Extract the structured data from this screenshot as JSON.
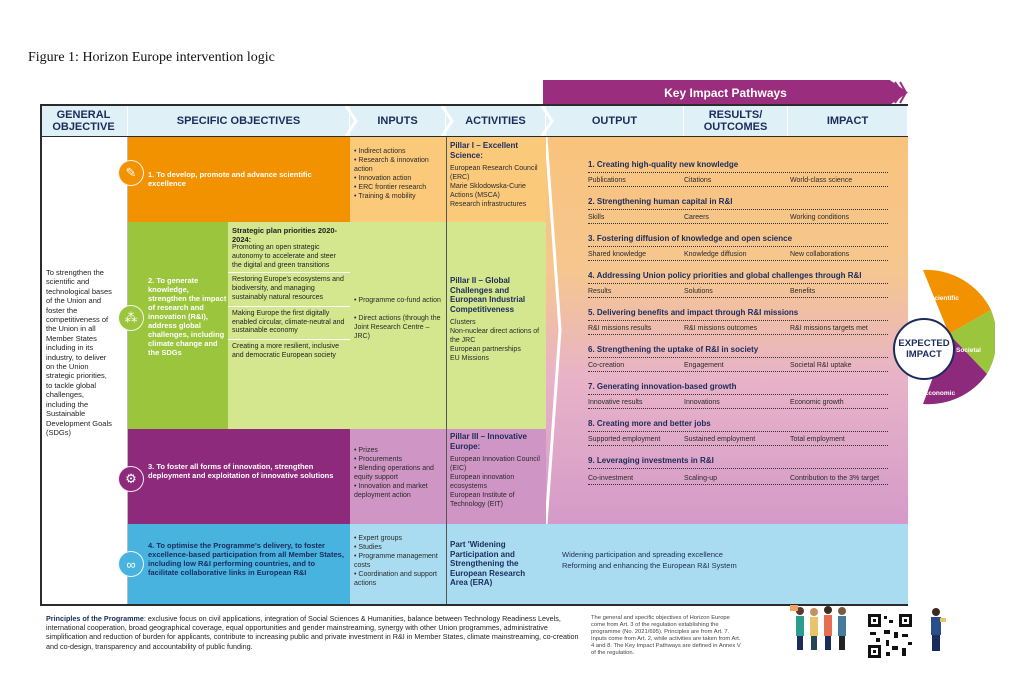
{
  "caption": "Figure 1: Horizon Europe intervention logic",
  "key_impact_pathways_label": "Key Impact Pathways",
  "headers": {
    "general_objective": "GENERAL OBJECTIVE",
    "specific_objectives": "SPECIFIC OBJECTIVES",
    "inputs": "INPUTS",
    "activities": "ACTIVITIES",
    "output": "OUTPUT",
    "results_outcomes": "RESULTS/ OUTCOMES",
    "impact": "IMPACT"
  },
  "general_objective_text": "To strengthen the scientific and technological bases of the Union and foster the competitiveness of the Union in all Member States including in its industry, to deliver on the Union strategic priorities, to tackle global challenges, including the Sustainable Development Goals (SDGs)",
  "specific_objectives": [
    {
      "text": "1. To develop, promote and advance scientific excellence",
      "color": "#f29200"
    },
    {
      "text": "2. To generate knowledge, strengthen the impact of research and innovation (R&I), address global challenges, including climate change and the SDGs",
      "color": "#9bc53d"
    },
    {
      "text": "3. To foster all forms of innovation, strengthen deployment and exploitation of innovative solutions",
      "color": "#8e2a7b"
    },
    {
      "text": "4. To optimise the Programme's delivery, to foster excellence-based participation from all Member States, including low R&I performing countries, and to facilitate collaborative links in European R&I",
      "color": "#49b3e0"
    }
  ],
  "strategic_plan": {
    "title": "Strategic plan priorities 2020-2024:",
    "first": "Promoting an open strategic autonomy to accelerate and steer the digital and green transitions",
    "items": [
      "Restoring Europe's ecosystems and biodiversity, and managing sustainably natural resources",
      "Making Europe the first digitally enabled circular, climate-neutral and sustainable economy",
      "Creating a more resilient, inclusive and democratic European society"
    ]
  },
  "inputs": [
    [
      "• Indirect actions",
      "• Research & innovation action",
      "• Innovation action",
      "• ERC frontier research",
      "• Training & mobility"
    ],
    [
      "• Programme co-fund action",
      "",
      "• Direct actions (through the Joint Research Centre – JRC)"
    ],
    [
      "• Prizes",
      "• Procurements",
      "• Blending operations and equity support",
      "• Innovation and market deployment action"
    ],
    [
      "• Expert groups",
      "• Studies",
      "• Programme management costs",
      "• Coordination and support actions"
    ]
  ],
  "activities": [
    {
      "title": "Pillar I – Excellent Science:",
      "items": [
        "European Research Council (ERC)",
        "Marie Sklodowska-Curie Actions (MSCA)",
        "Research infrastructures"
      ]
    },
    {
      "title": "Pillar II – Global Challenges and European Industrial Competitiveness",
      "items": [
        "Clusters",
        "Non-nuclear direct actions of the JRC",
        "European partnerships",
        "EU Missions"
      ]
    },
    {
      "title": "Pillar III – Innovative Europe:",
      "items": [
        "European Innovation Council (EIC)",
        "European innovation ecosystems",
        "European Institute of Technology (EIT)"
      ]
    },
    {
      "title": "Part 'Widening Participation and Strengthening the European Research Area (ERA)",
      "items": []
    }
  ],
  "pathways": [
    {
      "title": "1. Creating high-quality new knowledge",
      "cells": [
        "Publications",
        "Citations",
        "World-class science"
      ]
    },
    {
      "title": "2. Strengthening human capital in R&I",
      "cells": [
        "Skills",
        "Careers",
        "Working conditions"
      ]
    },
    {
      "title": "3. Fostering diffusion of knowledge and open science",
      "cells": [
        "Shared knowledge",
        "Knowledge diffusion",
        "New collaborations"
      ]
    },
    {
      "title": "4. Addressing Union policy priorities and global challenges through R&I",
      "cells": [
        "Results",
        "Solutions",
        "Benefits"
      ]
    },
    {
      "title": "5. Delivering benefits and impact through R&I missions",
      "cells": [
        "R&I missions results",
        "R&I missions outcomes",
        "R&I missions targets met"
      ]
    },
    {
      "title": "6. Strengthening the uptake of R&I in society",
      "cells": [
        "Co-creation",
        "Engagement",
        "Societal R&I uptake"
      ]
    },
    {
      "title": "7. Generating innovation-based growth",
      "cells": [
        "Innovative results",
        "Innovations",
        "Economic growth"
      ]
    },
    {
      "title": "8. Creating more and better jobs",
      "cells": [
        "Supported employment",
        "Sustained employment",
        "Total employment"
      ]
    },
    {
      "title": "9. Leveraging investments in R&I",
      "cells": [
        "Co-investment",
        "Scaling-up",
        "Contribution to the 3% target"
      ]
    }
  ],
  "widening_text": [
    "Widening participation and spreading excellence",
    "Reforming and enhancing the European R&I System"
  ],
  "expected_impact": "EXPECTED IMPACT",
  "impact_wheel": [
    {
      "label": "Scientific",
      "color": "#f29200"
    },
    {
      "label": "Societal",
      "color": "#9bc53d"
    },
    {
      "label": "Economic",
      "color": "#8e2a7b"
    }
  ],
  "principles_label": "Principles of the Programme",
  "principles_text": ": exclusive focus on civil applications, integration of Social Sciences & Humanities, balance between Technology Readiness Levels, international cooperation, broad geographical coverage, equal opportunities and gender mainstreaming, synergy with other Union programmes, administrative simplification and reduction of burden for applicants, contribute to increasing public and private investment in R&I in Member States, climate mainstreaming, co-creation and co-design, transparency and accountability of public funding.",
  "footnote": "The general and specific objectives of Horizon Europe come from Art. 3 of the regulation establishing the programme (No. 2021/695). Principles are from Art. 7. Inputs come from Art. 2, while activities are taken from Art. 4 and 8. The Key Impact Pathways are defined in Annex V of the regulation.",
  "colors": {
    "orange": "#f29200",
    "lime": "#9bc53d",
    "purple": "#8e2a7b",
    "blue": "#49b3e0",
    "kip": "#9b2d7f",
    "navy": "#1b2b5c"
  }
}
